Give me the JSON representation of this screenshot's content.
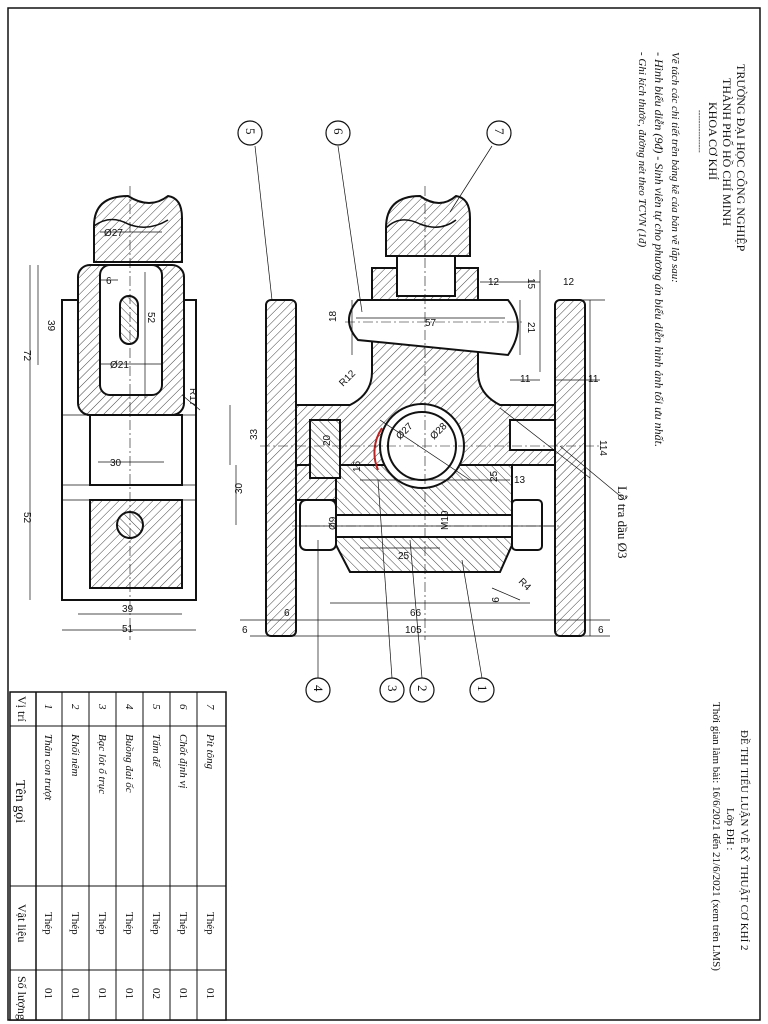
{
  "header": {
    "university_line1": "TRƯỜNG ĐẠI HỌC CÔNG NGHIỆP",
    "university_line2": "THÀNH PHỐ HỒ CHÍ MINH",
    "faculty": "KHOA CƠ KHÍ",
    "separator": "----------------"
  },
  "instructions": {
    "line1": "Vẽ tách các chi tiết trên bảng kê của bản vẽ lắp sau:",
    "line2": "- Hình biểu diễn (9đ) - Sinh viên tự cho phương án biểu diễn hình ảnh tối ưu nhất.",
    "line3": "- Ghi kích thước, đường nét theo TCVN (1đ)"
  },
  "exam": {
    "title": "ĐỀ THI TIỂU LUẬN VẼ KỸ THUẬT CƠ KHÍ 2",
    "class": "Lớp ĐH :",
    "time": "Thời gian làm bài:  16/6/2021 đến 21/6/2021 (xem trên LMS)"
  },
  "balloons": [
    "1",
    "2",
    "3",
    "4",
    "5",
    "6",
    "7"
  ],
  "note": {
    "label": "Lỗ tra dầu Ø3"
  },
  "dims_front": {
    "d12a": "12",
    "d15": "15",
    "d12b": "12",
    "d18": "18",
    "d57": "57",
    "d21": "21",
    "d11a": "11",
    "d11b": "11",
    "r12": "R12",
    "d114": "114",
    "d33": "33",
    "d20": "20",
    "d27": "Ø27",
    "d28": "Ø28",
    "d16": "16",
    "d25": "25",
    "d13": "13",
    "d30": "30",
    "d9": "Ø9",
    "m10": "M10",
    "d25b": "25",
    "r4": "R4",
    "d9b": "9",
    "d6a": "6",
    "d66": "66",
    "d6b": "6",
    "d105": "105",
    "d6c": "6"
  },
  "dims_side": {
    "d27": "Ø27",
    "d6": "6",
    "d52a": "52",
    "d21": "Ø21",
    "d39a": "39",
    "d72": "72",
    "r17": "R17",
    "d30": "30",
    "d52b": "52",
    "d39b": "39",
    "d51": "51"
  },
  "parts_table": {
    "headers": {
      "pos": "Vị trí",
      "name": "Tên gọi",
      "material": "Vật liệu",
      "qty": "Số lượng"
    },
    "rows": [
      {
        "pos": "7",
        "name": "Pít tông",
        "material": "Thép",
        "qty": "01"
      },
      {
        "pos": "6",
        "name": "Chốt định vị",
        "material": "Thép",
        "qty": "01"
      },
      {
        "pos": "5",
        "name": "Tấm đế",
        "material": "Thép",
        "qty": "02"
      },
      {
        "pos": "4",
        "name": "Buồng đai ốc",
        "material": "Thép",
        "qty": "01"
      },
      {
        "pos": "3",
        "name": "Bạc lót ổ trục",
        "material": "Thép",
        "qty": "01"
      },
      {
        "pos": "2",
        "name": "Khối nêm",
        "material": "Thép",
        "qty": "01"
      },
      {
        "pos": "1",
        "name": "Thân con trượt",
        "material": "Thép",
        "qty": "01"
      }
    ]
  }
}
